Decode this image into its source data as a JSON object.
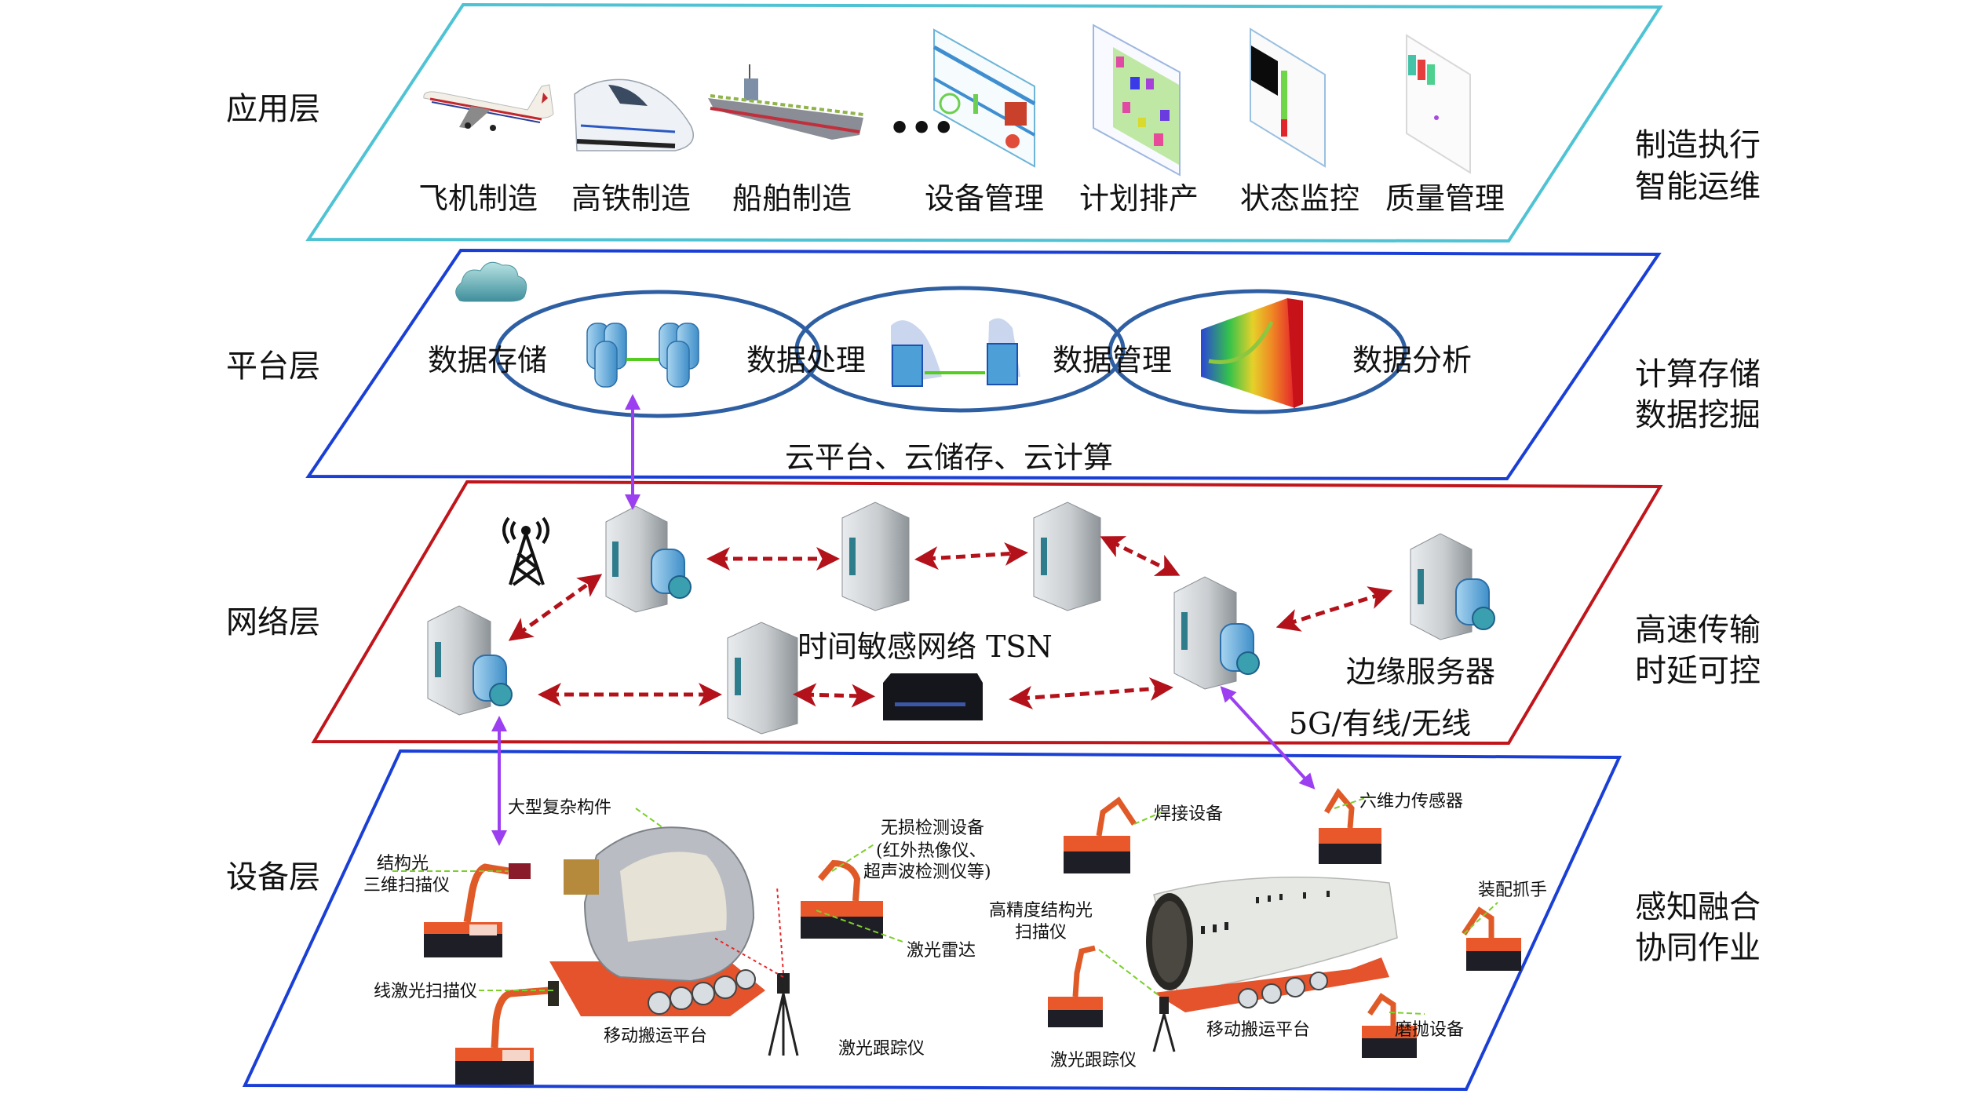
{
  "layers": [
    {
      "name": "应用层",
      "side_lines": [
        "制造执行",
        "智能运维"
      ],
      "color": "#4fc3d4"
    },
    {
      "name": "平台层",
      "side_lines": [
        "计算存储",
        "数据挖掘"
      ],
      "color": "#1a3fd6"
    },
    {
      "name": "网络层",
      "side_lines": [
        "高速传输",
        "时延可控"
      ],
      "color": "#c0151b"
    },
    {
      "name": "设备层",
      "side_lines": [
        "感知融合",
        "协同作业"
      ],
      "color": "#1a3fd6"
    }
  ],
  "application": {
    "items": [
      "飞机制造",
      "高铁制造",
      "船舶制造",
      "设备管理",
      "计划排产",
      "状态监控",
      "质量管理"
    ],
    "ellipsis": "•••"
  },
  "platform": {
    "functions": [
      "数据存储",
      "数据处理",
      "数据管理",
      "数据分析"
    ],
    "caption": "云平台、云储存、云计算"
  },
  "network": {
    "tsn_label": "时间敏感网络 TSN",
    "edge_label": "边缘服务器",
    "link_label": "5G/有线/无线"
  },
  "device": {
    "labels": {
      "large_component": "大型复杂构件",
      "structured_light_1": "结构光",
      "structured_light_2": "三维扫描仪",
      "ndt_1": "无损检测设备",
      "ndt_2": "(红外热像仪、",
      "ndt_3": "超声波检测仪等)",
      "line_laser": "线激光扫描仪",
      "lidar": "激光雷达",
      "platform_left": "移动搬运平台",
      "tracker_left": "激光跟踪仪",
      "welding": "焊接设备",
      "force_sensor": "六维力传感器",
      "hp_scanner_1": "高精度结构光",
      "hp_scanner_2": "扫描仪",
      "gripper": "装配抓手",
      "platform_right": "移动搬运平台",
      "polishing": "磨抛设备",
      "tracker_right": "激光跟踪仪"
    }
  },
  "colors": {
    "arrow_red": "#b3121a",
    "arrow_purple": "#9b3ff0",
    "ellipse": "#2f5fa3",
    "green_link": "#55cc22",
    "robot_orange": "#e8582a"
  }
}
